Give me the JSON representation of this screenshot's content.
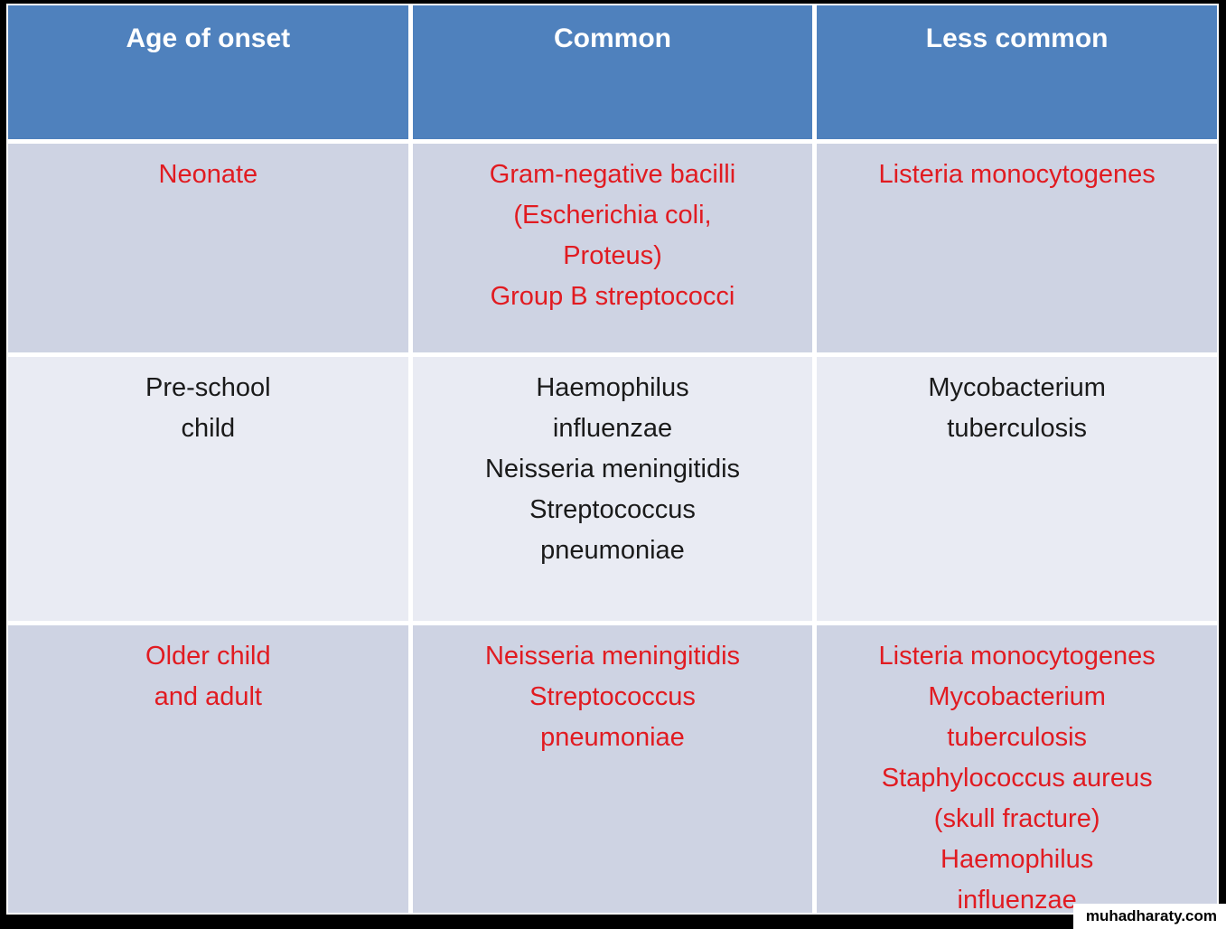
{
  "table": {
    "headers": [
      {
        "label": "Age of onset"
      },
      {
        "label": "Common"
      },
      {
        "label": "Less common"
      }
    ],
    "rows": [
      {
        "age": "Neonate",
        "common": "Gram-negative bacilli\n(Escherichia coli,\nProteus)\nGroup B streptococci",
        "less_common": "Listeria monocytogenes",
        "text_color": "#e11b21",
        "background": "#ced3e3"
      },
      {
        "age": "Pre-school\nchild",
        "common": "Haemophilus\ninfluenzae\nNeisseria meningitidis\nStreptococcus\npneumoniae",
        "less_common": "Mycobacterium\ntuberculosis",
        "text_color": "#1a1a1a",
        "background": "#e9ebf3"
      },
      {
        "age": "Older child\nand adult",
        "common": "Neisseria meningitidis\nStreptococcus\npneumoniae",
        "less_common": "Listeria monocytogenes\nMycobacterium\ntuberculosis\nStaphylococcus aureus\n(skull fracture)\nHaemophilus\ninfluenzae",
        "text_color": "#e11b21",
        "background": "#ced3e3"
      }
    ]
  },
  "watermark": {
    "label": "muhadharaty.com"
  },
  "colors": {
    "header_background": "#4f81bd",
    "header_text": "#ffffff",
    "row_odd_background": "#ced3e3",
    "row_even_background": "#e9ebf3",
    "red_text": "#e11b21",
    "black_text": "#1a1a1a",
    "gridline": "#ffffff",
    "frame": "#000000"
  }
}
